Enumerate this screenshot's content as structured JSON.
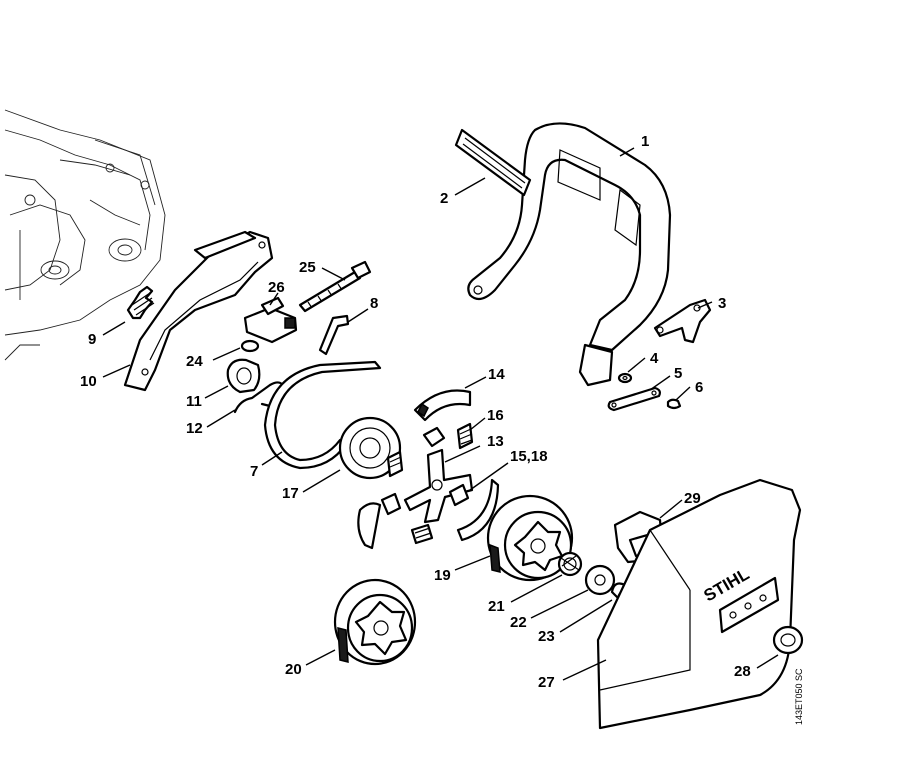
{
  "brand": "STIHL",
  "reference_code": "143ET050 SC",
  "callouts": [
    {
      "label": "1"
    },
    {
      "label": "2"
    },
    {
      "label": "3"
    },
    {
      "label": "4"
    },
    {
      "label": "5"
    },
    {
      "label": "6"
    },
    {
      "label": "7"
    },
    {
      "label": "8"
    },
    {
      "label": "9"
    },
    {
      "label": "10"
    },
    {
      "label": "11"
    },
    {
      "label": "12"
    },
    {
      "label": "13"
    },
    {
      "label": "14"
    },
    {
      "label": "15,18"
    },
    {
      "label": "16"
    },
    {
      "label": "17"
    },
    {
      "label": "19"
    },
    {
      "label": "20"
    },
    {
      "label": "21"
    },
    {
      "label": "22"
    },
    {
      "label": "23"
    },
    {
      "label": "24"
    },
    {
      "label": "25"
    },
    {
      "label": "26"
    },
    {
      "label": "27"
    },
    {
      "label": "28"
    },
    {
      "label": "29"
    }
  ]
}
